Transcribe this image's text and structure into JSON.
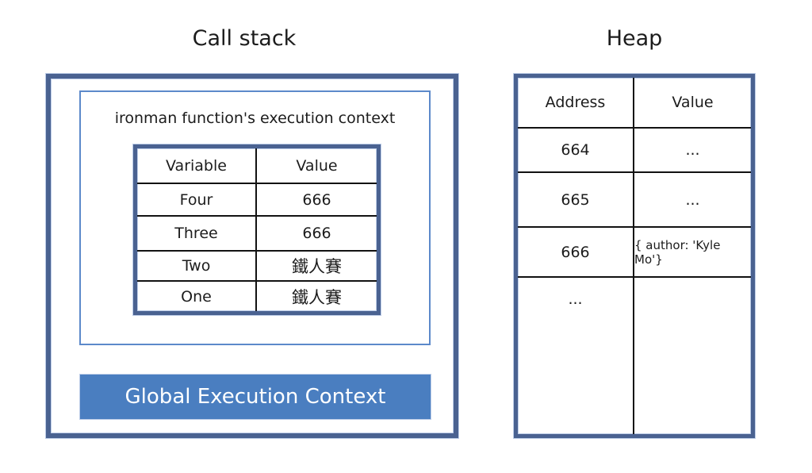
{
  "call_stack": {
    "title": "Call stack",
    "frame_label": "ironman function's execution context",
    "table": {
      "headers": [
        "Variable",
        "Value"
      ],
      "rows": [
        [
          "Four",
          "666"
        ],
        [
          "Three",
          "666"
        ],
        [
          "Two",
          "鐵人賽"
        ],
        [
          "One",
          "鐵人賽"
        ]
      ]
    },
    "global_context_label": "Global Execution Context"
  },
  "heap": {
    "title": "Heap",
    "table": {
      "headers": [
        "Address",
        "Value"
      ],
      "rows": [
        [
          "664",
          "..."
        ],
        [
          "665",
          "..."
        ],
        [
          "666",
          "{ author: 'Kyle Mo'}"
        ],
        [
          "...",
          ""
        ]
      ]
    }
  },
  "colors": {
    "accent_border": "#4a6291",
    "accent_light": "#5c89ca",
    "halo": "#bdcde8",
    "fill_blue": "#4a7ec0",
    "grid_line": "#121212",
    "text": "#1c1c1c",
    "background": "#ffffff",
    "global_text": "#ffffff"
  }
}
